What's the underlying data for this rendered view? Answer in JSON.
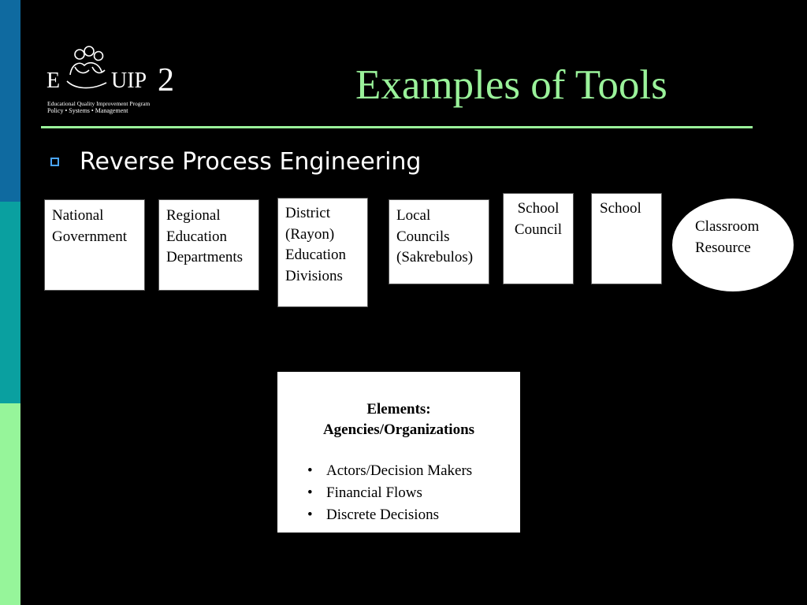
{
  "logo": {
    "wordmark_prefix": "E",
    "wordmark_suffix": "UIP",
    "wordmark_number": "2",
    "tagline_line1": "Educational Quality Improvement Program",
    "tagline_line2": "Policy  •  Systems  •  Management"
  },
  "slide": {
    "title": "Examples of Tools",
    "bullet": "Reverse Process Engineering"
  },
  "boxes": [
    {
      "id": "national-government",
      "text": "National\nGovernment"
    },
    {
      "id": "regional-education-departments",
      "text": "Regional\nEducation\nDepartments"
    },
    {
      "id": "district-education-divisions",
      "text": "District\n(Rayon)\nEducation\nDivisions"
    },
    {
      "id": "local-councils",
      "text": "Local\nCouncils\n(Sakrebulos)"
    },
    {
      "id": "school-council",
      "text": "School\nCouncil"
    },
    {
      "id": "school",
      "text": "School"
    },
    {
      "id": "classroom-resource",
      "text": "Classroom\nResource"
    }
  ],
  "elements_box": {
    "title_line1": "Elements:",
    "title_line2": "Agencies/Organizations",
    "items": [
      "Actors/Decision Makers",
      "Financial Flows",
      "Discrete Decisions"
    ],
    "bullet_char": "•"
  },
  "colors": {
    "background": "#000000",
    "title": "#9af29a",
    "strip_top": "#0f6aa0",
    "strip_middle": "#0aa0a0",
    "strip_bottom": "#96f59a",
    "bullet_icon": "#4aa6ff"
  }
}
